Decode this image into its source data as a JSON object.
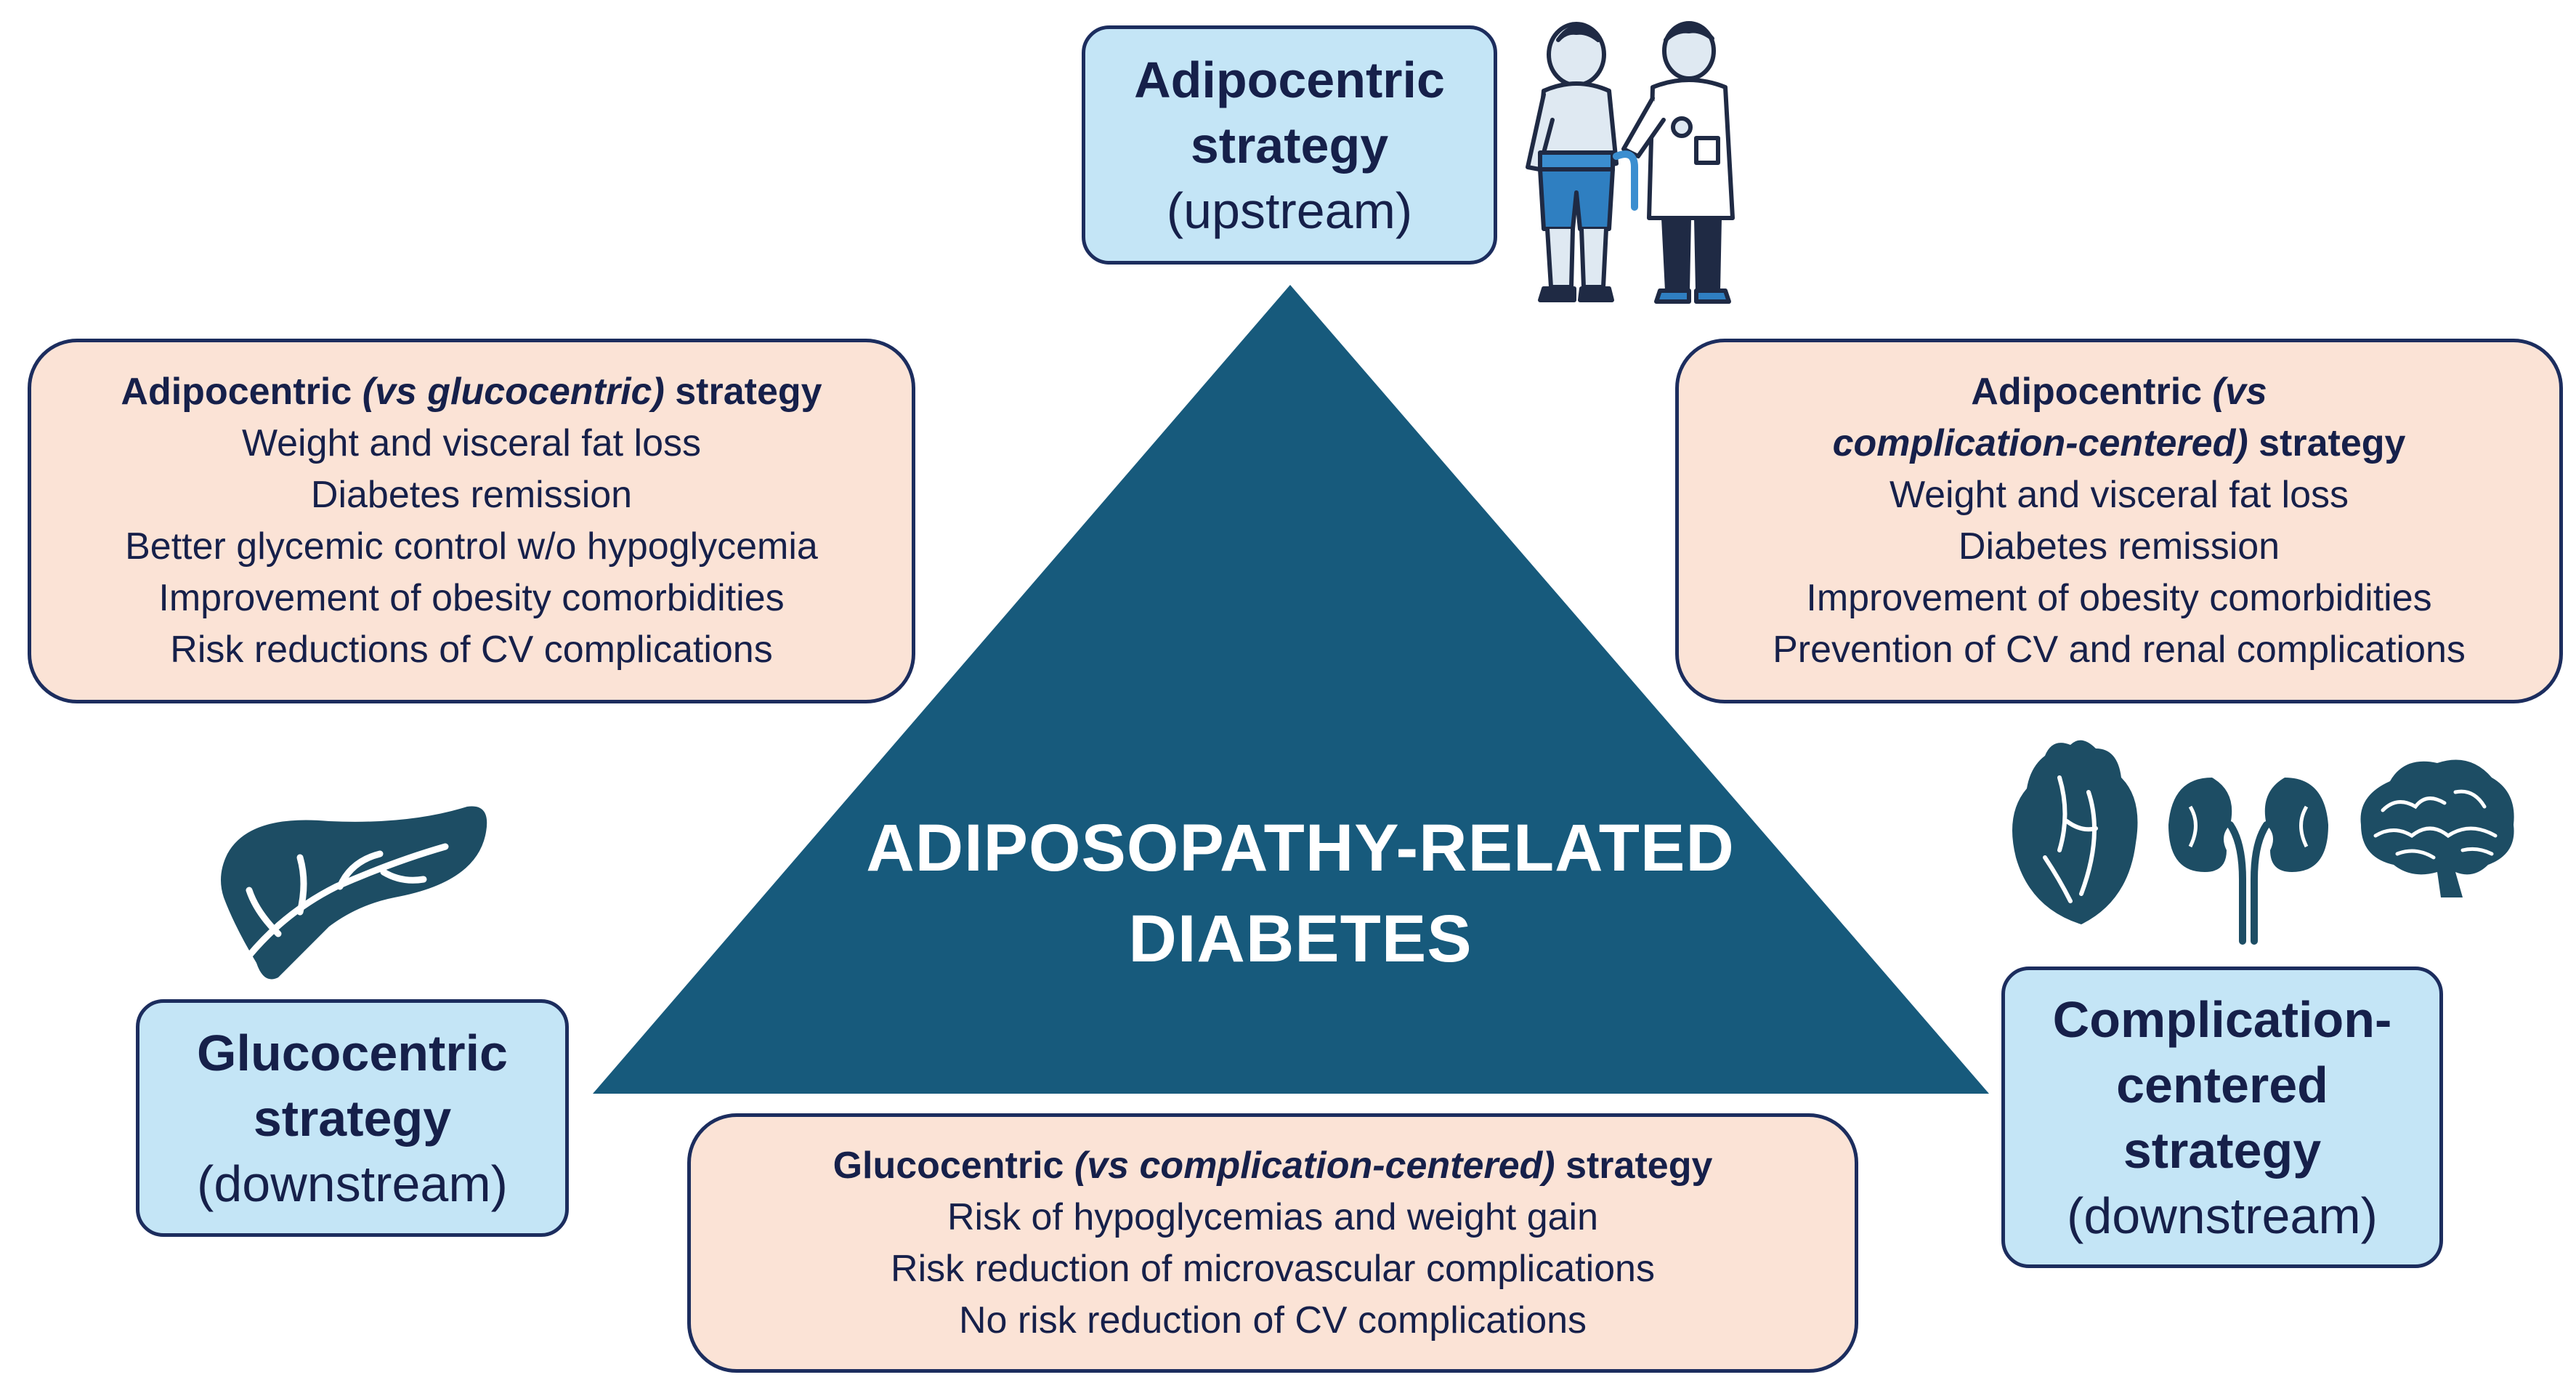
{
  "center": {
    "line1": "ADIPOSOPATHY-RELATED",
    "line2": "DIABETES"
  },
  "strategies": {
    "top": {
      "title_line1": "Adipocentric",
      "title_line2": "strategy",
      "sub": "(upstream)"
    },
    "left": {
      "title_line1": "Glucocentric",
      "title_line2": "strategy",
      "sub": "(downstream)"
    },
    "right": {
      "title_line1": "Complication-",
      "title_line2": "centered",
      "title_line3": "strategy",
      "sub": "(downstream)"
    }
  },
  "boxes": {
    "left": {
      "head_pre": "Adipocentric ",
      "head_ital": "(vs glucocentric)",
      "head_post": " strategy",
      "lines": [
        "Weight and visceral fat loss",
        "Diabetes remission",
        "Better glycemic control w/o hypoglycemia",
        "Improvement of obesity comorbidities",
        "Risk reductions of CV complications"
      ]
    },
    "right": {
      "head_pre": "Adipocentric ",
      "head_ital_1": "(vs",
      "head_ital_2": "complication-centered)",
      "head_post": " strategy",
      "lines": [
        "Weight and visceral fat loss",
        "Diabetes remission",
        "Improvement of obesity comorbidities",
        "Prevention of CV and renal complications"
      ]
    },
    "bottom": {
      "head_pre": "Glucocentric ",
      "head_ital": "(vs complication-centered)",
      "head_post": " strategy",
      "lines": [
        "Risk of hypoglycemias and weight gain",
        "Risk reduction of microvascular complications",
        "No risk reduction of CV complications"
      ]
    }
  },
  "icons": [
    "patient-doctor-icon",
    "liver-icon",
    "heart-icon",
    "kidneys-icon",
    "brain-icon"
  ],
  "colors": {
    "triangle": "#175a7c",
    "strategy_fill": "#c4e5f6",
    "info_fill": "#fbe3d6",
    "border": "#1c2d5e",
    "text": "#16204a",
    "icon_dark": "#1d4d64"
  }
}
